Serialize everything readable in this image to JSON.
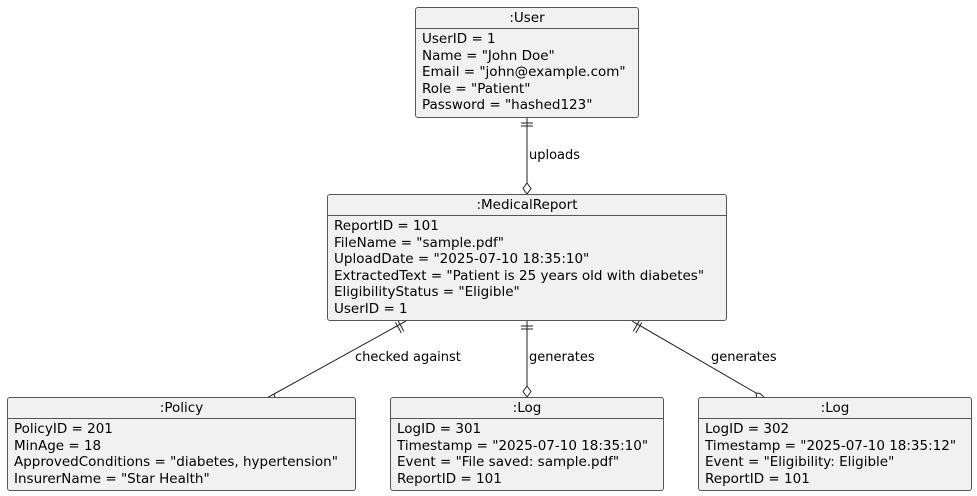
{
  "diagram": {
    "objects": [
      {
        "id": "user",
        "title": ":User",
        "attributes": [
          "UserID = 1",
          "Name = \"John Doe\"",
          "Email = \"john@example.com\"",
          "Role = \"Patient\"",
          "Password = \"hashed123\""
        ]
      },
      {
        "id": "report",
        "title": ":MedicalReport",
        "attributes": [
          "ReportID = 101",
          "FileName = \"sample.pdf\"",
          "UploadDate = \"2025-07-10 18:35:10\"",
          "ExtractedText = \"Patient is 25 years old with diabetes\"",
          "EligibilityStatus = \"Eligible\"",
          "UserID = 1"
        ]
      },
      {
        "id": "policy",
        "title": ":Policy",
        "attributes": [
          "PolicyID = 201",
          "MinAge = 18",
          "ApprovedConditions = \"diabetes, hypertension\"",
          "InsurerName = \"Star Health\""
        ]
      },
      {
        "id": "log1",
        "title": ":Log",
        "attributes": [
          "LogID = 301",
          "Timestamp = \"2025-07-10 18:35:10\"",
          "Event = \"File saved: sample.pdf\"",
          "ReportID = 101"
        ]
      },
      {
        "id": "log2",
        "title": ":Log",
        "attributes": [
          "LogID = 302",
          "Timestamp = \"2025-07-10 18:35:12\"",
          "Event = \"Eligibility: Eligible\"",
          "ReportID = 101"
        ]
      }
    ],
    "links": [
      {
        "from": "user",
        "to": "report",
        "label": "uploads"
      },
      {
        "from": "report",
        "to": "policy",
        "label": "checked against"
      },
      {
        "from": "report",
        "to": "log1",
        "label": "generates"
      },
      {
        "from": "report",
        "to": "log2",
        "label": "generates"
      }
    ],
    "colors": {
      "box_fill": "#f1f1f1",
      "box_border": "#555555",
      "line": "#222222"
    }
  }
}
